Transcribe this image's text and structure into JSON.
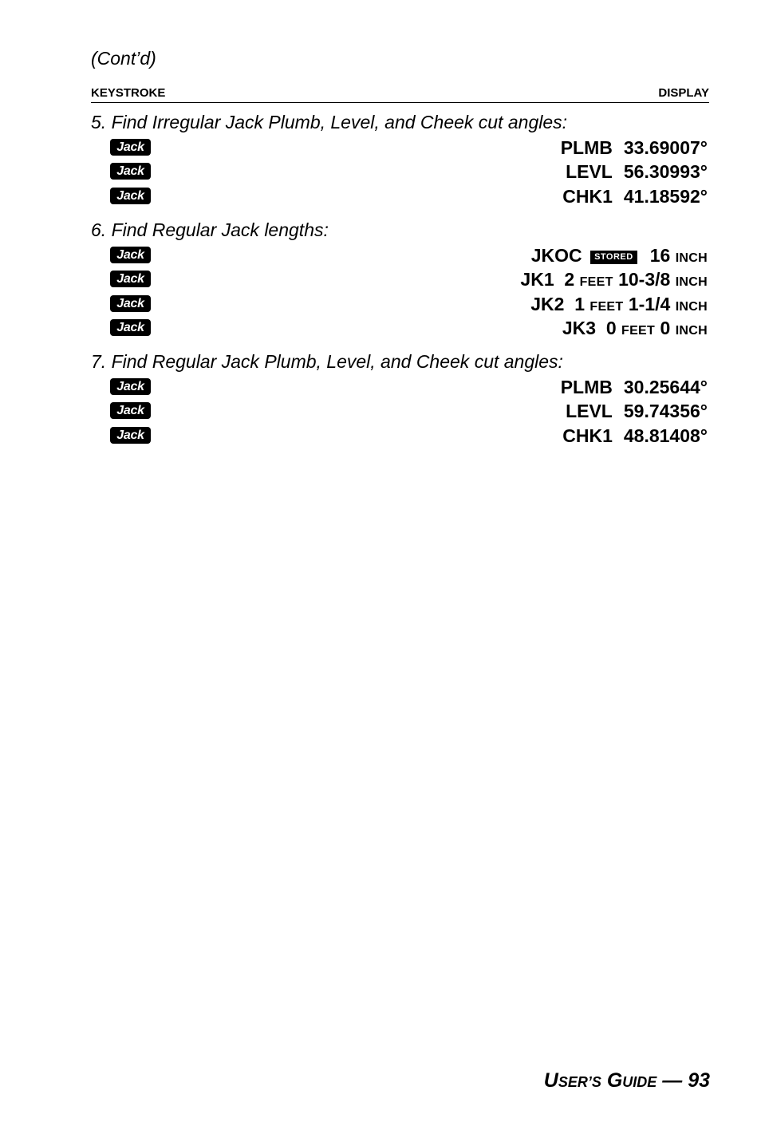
{
  "contd": "(Cont’d)",
  "header": {
    "keystroke": "KEYSTROKE",
    "display": "DISPLAY"
  },
  "key_label": "Jack",
  "step5": {
    "title": "5. Find Irregular Jack Plumb, Level, and Cheek cut angles:",
    "rows": [
      {
        "label": "PLMB",
        "value": "33.69007°"
      },
      {
        "label": "LEVL",
        "value": "56.30993°"
      },
      {
        "label": "CHK1",
        "value": "41.18592°"
      }
    ]
  },
  "step6": {
    "title": "6. Find Regular Jack lengths:",
    "rows": [
      {
        "label": "JKOC",
        "stored": "STORED",
        "value": "16",
        "unit": "INCH"
      },
      {
        "label": "JK1",
        "feet": "2",
        "feet_unit": "FEET",
        "inch": "10-3/8",
        "inch_unit": "INCH"
      },
      {
        "label": "JK2",
        "feet": "1",
        "feet_unit": "FEET",
        "inch": "1-1/4",
        "inch_unit": "INCH"
      },
      {
        "label": "JK3",
        "feet": "0",
        "feet_unit": "FEET",
        "inch": "0",
        "inch_unit": "INCH"
      }
    ]
  },
  "step7": {
    "title": "7. Find Regular Jack Plumb, Level, and Cheek cut angles:",
    "rows": [
      {
        "label": "PLMB",
        "value": "30.25644°"
      },
      {
        "label": "LEVL",
        "value": "59.74356°"
      },
      {
        "label": "CHK1",
        "value": "48.81408°"
      }
    ]
  },
  "footer": {
    "u": "U",
    "ser": "SER",
    "apos_s": "’S",
    "g": "G",
    "uide": "UIDE",
    "dash_page": " — 93"
  }
}
